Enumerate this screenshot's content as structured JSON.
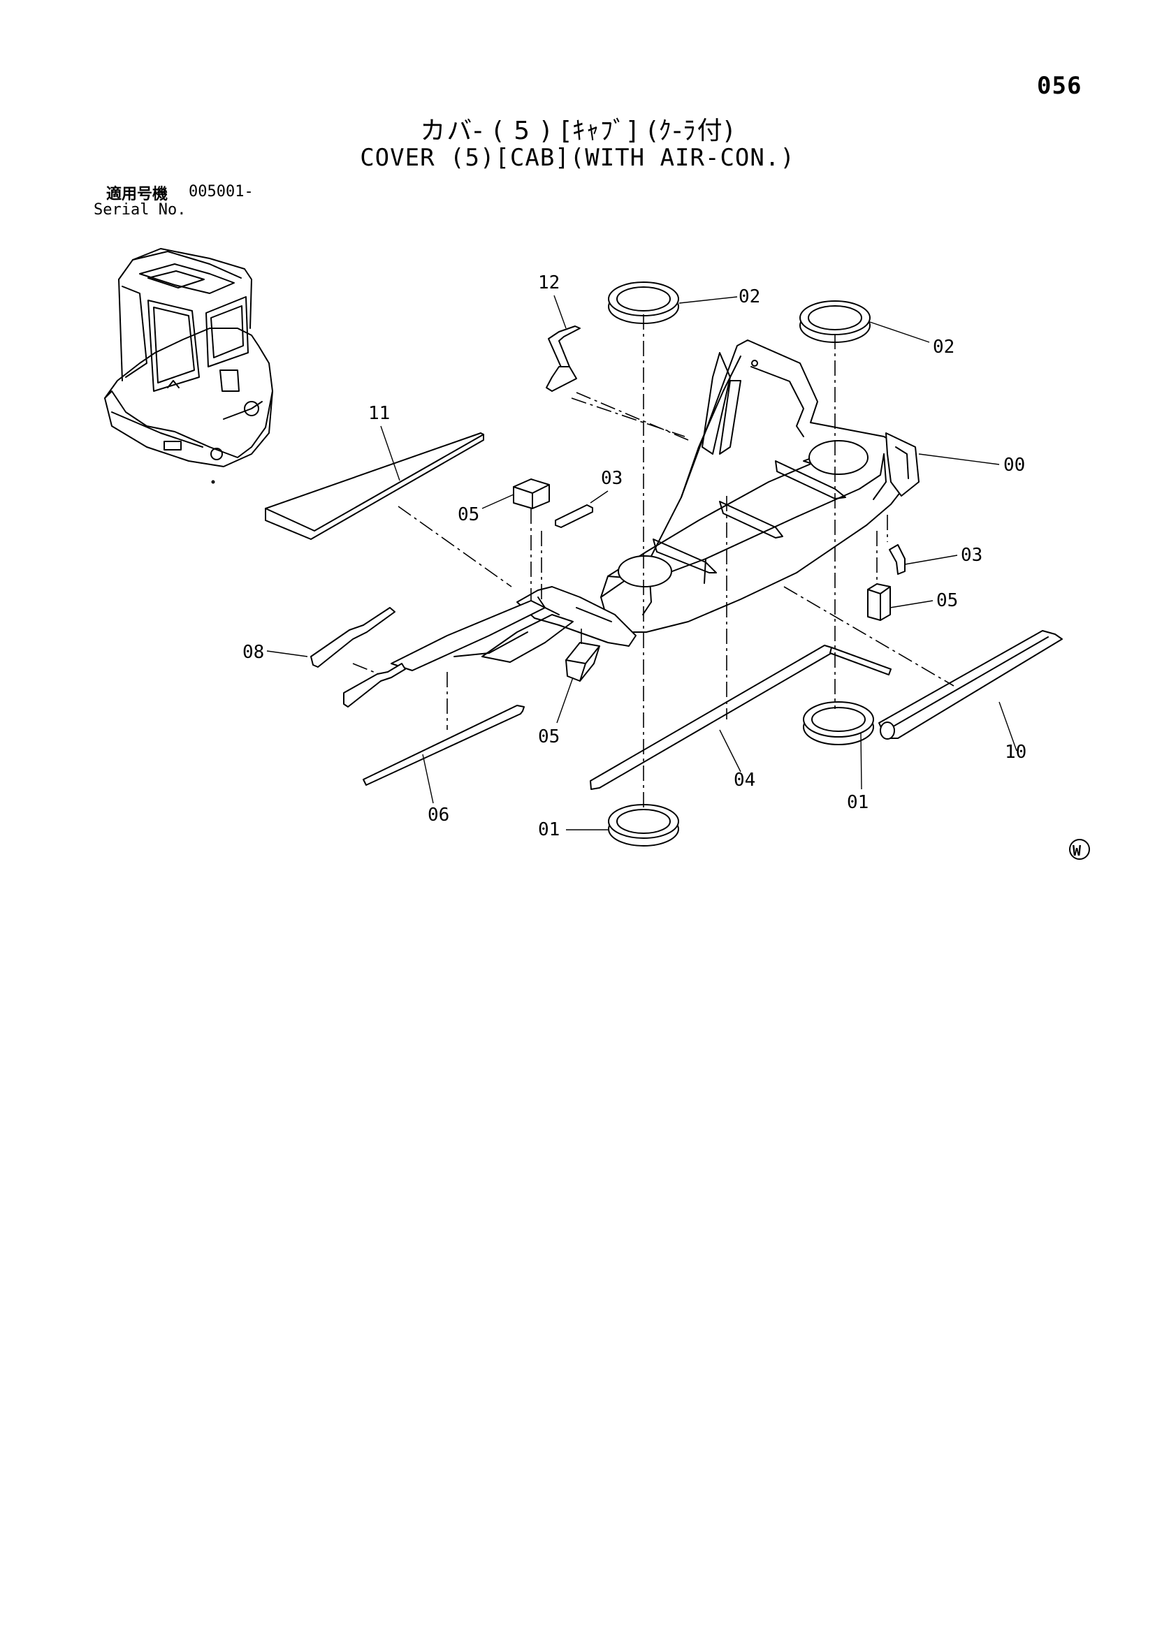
{
  "header": {
    "page_number": "056",
    "title_jp": "カバ- ( 5 ) [ｷｬﾌﾞ] (ｸ-ﾗ付)",
    "title_en": "COVER (5)[CAB](WITH AIR-CON.)",
    "serial_label_jp": "適用号機",
    "serial_value": "005001-",
    "serial_label_en": "Serial No."
  },
  "callouts": {
    "c00": "00",
    "c01a": "01",
    "c01b": "01",
    "c02a": "02",
    "c02b": "02",
    "c03a": "03",
    "c03b": "03",
    "c04": "04",
    "c05a": "05",
    "c05b": "05",
    "c05c": "05",
    "c06": "06",
    "c08": "08",
    "c10": "10",
    "c11": "11",
    "c12": "12"
  },
  "footer": {
    "mark": "W"
  },
  "icons": [
    "cab-overview-illustration",
    "circled-w-icon"
  ]
}
